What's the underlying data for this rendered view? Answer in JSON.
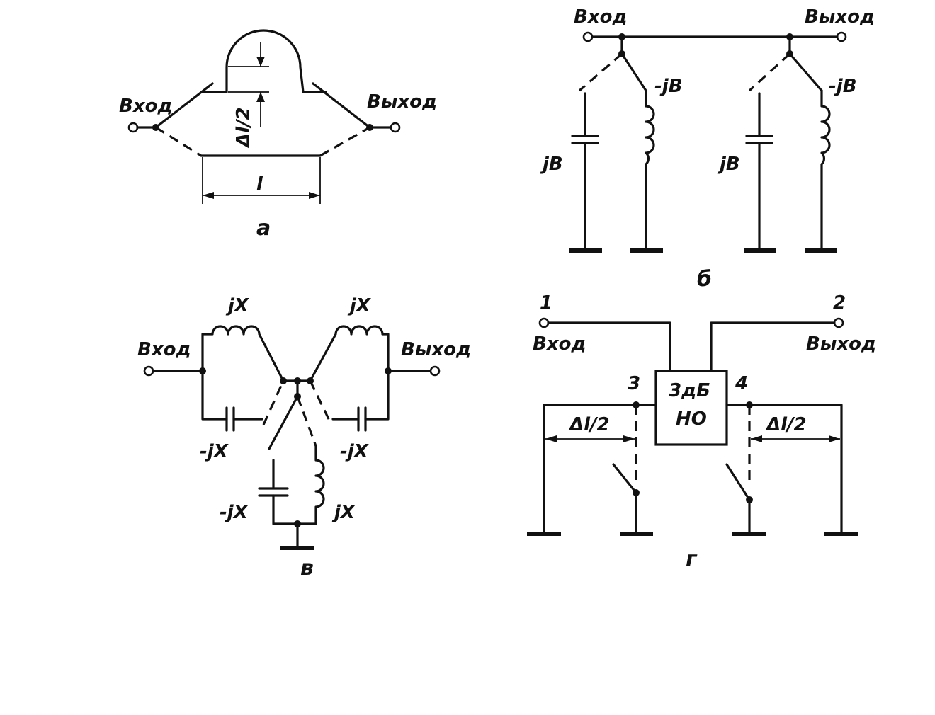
{
  "panel_a": {
    "input_label": "Вход",
    "output_label": "Выход",
    "delta_label": "Δl/2",
    "length_label": "l",
    "caption": "a"
  },
  "panel_b": {
    "input_label": "Вход",
    "output_label": "Выход",
    "cap1_label": "jB",
    "ind1_label": "-jB",
    "cap2_label": "jB",
    "ind2_label": "-jB",
    "caption": "б"
  },
  "panel_v": {
    "input_label": "Вход",
    "output_label": "Выход",
    "ind_left_label": "jX",
    "ind_right_label": "jX",
    "cap_left_label": "-jX",
    "cap_right_label": "-jX",
    "cap_bottom_label": "-jX",
    "ind_bottom_label": "jX",
    "caption": "в"
  },
  "panel_g": {
    "port1": "1",
    "port2": "2",
    "port3": "3",
    "port4": "4",
    "input_label": "Вход",
    "output_label": "Выход",
    "box_line1": "3дБ",
    "box_line2": "НО",
    "delta_left": "Δl/2",
    "delta_right": "Δl/2",
    "caption": "г"
  }
}
